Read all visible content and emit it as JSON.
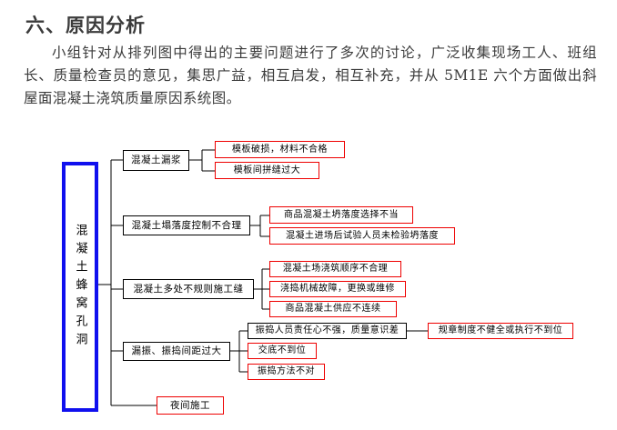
{
  "document": {
    "heading": "六、原因分析",
    "paragraph": "小组针对从排列图中得出的主要问题进行了多次的讨论，广泛收集现场工人、班组长、质量检查员的意见，集思广益，相互启发，相互补充，并从 5M1E 六个方面做出斜屋面混凝土浇筑质量原因系统图。"
  },
  "diagram": {
    "root": {
      "label": "混凝土蜂窝孔洞",
      "border_color": "#1010ee"
    },
    "colors": {
      "black": "#000000",
      "red": "#ee0000",
      "blue": "#1010ee"
    },
    "branches": [
      {
        "label": "混凝土漏浆",
        "causes": [
          "模板破损，材料不合格",
          "模板间拼缝过大"
        ]
      },
      {
        "label": "混凝土塌落度控制不合理",
        "causes": [
          "商品混凝土坍落度选择不当",
          "混凝土进场后试验人员未检验坍落度"
        ]
      },
      {
        "label": "混凝土多处不规则施工缝",
        "causes": [
          "混凝土场浇筑顺序不合理",
          "浇捣机械故障，更换或维修",
          "商品混凝土供应不连续"
        ]
      },
      {
        "label": "漏振、振捣间距过大",
        "causes": [
          "振捣人员责任心不强，质量意识差",
          "交底不到位",
          "振捣方法不对"
        ],
        "sub_cause": "规章制度不健全或执行不到位"
      },
      {
        "label": "夜间施工",
        "causes": []
      }
    ]
  }
}
